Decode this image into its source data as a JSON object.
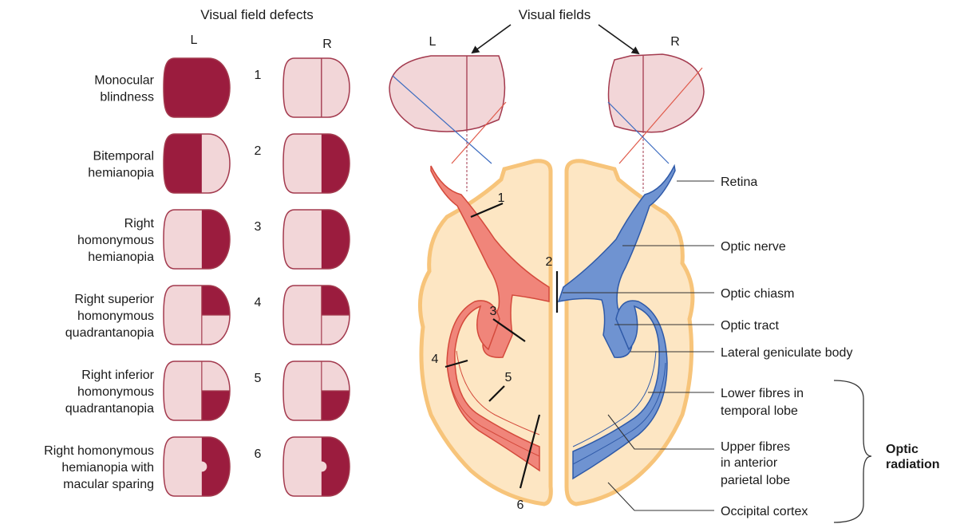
{
  "colors": {
    "field_fill": "#f2d6d8",
    "field_stroke": "#a33a4e",
    "defect_fill": "#9b1c3e",
    "brain_fill": "#fde6c3",
    "brain_edge": "#f7c47a",
    "red_path": "#f0857a",
    "red_stroke": "#d44a3c",
    "blue_path": "#6f93d1",
    "blue_stroke": "#2f5aa8"
  },
  "left_panel": {
    "title": "Visual field defects",
    "col_left": "L",
    "col_right": "R",
    "rows": [
      {
        "number": "1",
        "label_lines": [
          "Monocular",
          "blindness"
        ],
        "left_defect": "complete",
        "right_defect": "none"
      },
      {
        "number": "2",
        "label_lines": [
          "Bitemporal",
          "hemianopia"
        ],
        "left_defect": "left-half",
        "right_defect": "right-half"
      },
      {
        "number": "3",
        "label_lines": [
          "Right",
          "homonymous",
          "hemianopia"
        ],
        "left_defect": "right-half",
        "right_defect": "right-half"
      },
      {
        "number": "4",
        "label_lines": [
          "Right superior",
          "homonymous",
          "quadrantanopia"
        ],
        "left_defect": "upper-right-quadrant",
        "right_defect": "upper-right-quadrant"
      },
      {
        "number": "5",
        "label_lines": [
          "Right inferior",
          "homonymous",
          "quadrantanopia"
        ],
        "left_defect": "lower-right-quadrant",
        "right_defect": "lower-right-quadrant"
      },
      {
        "number": "6",
        "label_lines": [
          "Right homonymous",
          "hemianopia with",
          "macular sparing"
        ],
        "left_defect": "right-half-macular-sparing",
        "right_defect": "right-half-macular-sparing"
      }
    ]
  },
  "right_panel": {
    "title": "Visual fields",
    "eye_left": "L",
    "eye_right": "R",
    "lesion_numbers": [
      "1",
      "2",
      "3",
      "4",
      "5",
      "6"
    ],
    "labels": {
      "retina": "Retina",
      "optic_nerve": "Optic nerve",
      "optic_chiasm": "Optic chiasm",
      "optic_tract": "Optic tract",
      "lateral_geniculate": "Lateral geniculate body",
      "lower_fibres": [
        "Lower fibres in",
        "temporal lobe"
      ],
      "upper_fibres": [
        "Upper fibres",
        "in anterior",
        "parietal lobe"
      ],
      "occipital": "Occipital cortex",
      "optic_radiation": [
        "Optic",
        "radiation"
      ]
    }
  }
}
